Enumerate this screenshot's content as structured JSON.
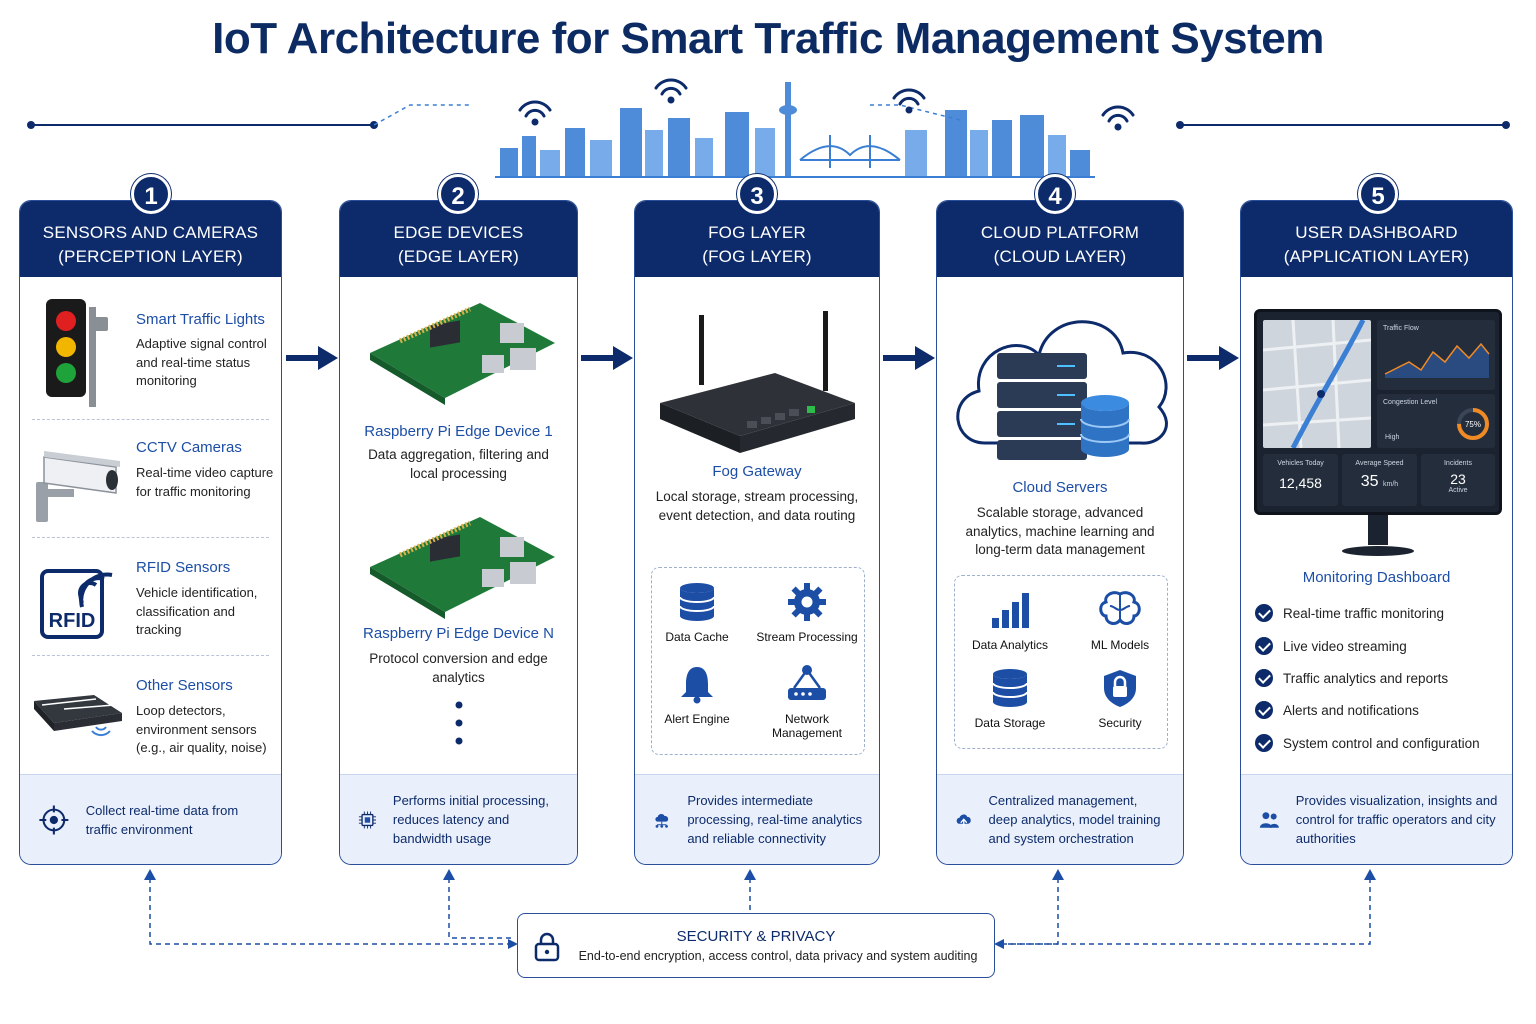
{
  "title": "IoT Architecture for Smart Traffic Management System",
  "colors": {
    "navy": "#0d2b6b",
    "accent_blue": "#1c4ea6",
    "skyline": "#3b7fd4",
    "footer_bg": "#eaf0fb"
  },
  "layers": [
    {
      "number": "1",
      "title_line1": "SENSORS AND CAMERAS",
      "title_line2": "(PERCEPTION LAYER)",
      "items": [
        {
          "name": "Smart Traffic Lights",
          "desc": "Adaptive signal control and real-time status monitoring",
          "icon": "traffic-light-icon"
        },
        {
          "name": "CCTV Cameras",
          "desc": "Real-time video capture for traffic monitoring",
          "icon": "cctv-camera-icon"
        },
        {
          "name": "RFID Sensors",
          "desc": "Vehicle identification, classification and tracking",
          "icon": "rfid-icon",
          "icon_text": "RFID"
        },
        {
          "name": "Other Sensors",
          "desc": "Loop detectors, environment sensors (e.g., air quality, noise)",
          "icon": "loop-detector-icon"
        }
      ],
      "footer": "Collect real-time data from traffic environment",
      "footer_icon": "target-icon"
    },
    {
      "number": "2",
      "title_line1": "EDGE DEVICES",
      "title_line2": "(EDGE LAYER)",
      "devices": [
        {
          "name": "Raspberry Pi Edge Device 1",
          "desc": "Data aggregation, filtering and local processing",
          "icon": "raspberry-pi-icon"
        },
        {
          "name": "Raspberry Pi Edge Device N",
          "desc": "Protocol conversion and edge analytics",
          "icon": "raspberry-pi-icon"
        }
      ],
      "footer": "Performs initial processing, reduces latency and bandwidth usage",
      "footer_icon": "chip-icon"
    },
    {
      "number": "3",
      "title_line1": "FOG LAYER",
      "title_line2": "(FOG LAYER)",
      "device_name": "Fog Gateway",
      "device_desc": "Local storage, stream processing, event detection, and data routing",
      "tiles": [
        {
          "label": "Data Cache",
          "icon": "database-icon"
        },
        {
          "label": "Stream Processing",
          "icon": "gear-icon"
        },
        {
          "label": "Alert Engine",
          "icon": "bell-icon"
        },
        {
          "label": "Network Management",
          "icon": "network-icon"
        }
      ],
      "footer": "Provides intermediate processing, real-time analytics and reliable connectivity",
      "footer_icon": "cloud-network-icon"
    },
    {
      "number": "4",
      "title_line1": "CLOUD PLATFORM",
      "title_line2": "(CLOUD LAYER)",
      "device_name": "Cloud Servers",
      "device_desc": "Scalable storage, advanced analytics, machine learning and long-term data management",
      "tiles": [
        {
          "label": "Data Analytics",
          "icon": "bar-chart-icon"
        },
        {
          "label": "ML Models",
          "icon": "brain-icon"
        },
        {
          "label": "Data Storage",
          "icon": "database-icon"
        },
        {
          "label": "Security",
          "icon": "shield-lock-icon"
        }
      ],
      "footer": "Centralized management, deep analytics, model training and system orchestration",
      "footer_icon": "cloud-upload-icon"
    },
    {
      "number": "5",
      "title_line1": "USER DASHBOARD",
      "title_line2": "(APPLICATION LAYER)",
      "dashboard": {
        "traffic_flow_label": "Traffic Flow",
        "congestion_label": "Congestion Level",
        "congestion_value": "75%",
        "congestion_level": "High",
        "vehicles_label": "Vehicles Today",
        "vehicles_value": "12,458",
        "speed_label": "Average Speed",
        "speed_value": "35",
        "speed_unit": "km/h",
        "incidents_label": "Incidents",
        "incidents_value": "23",
        "incidents_sub": "Active"
      },
      "device_name": "Monitoring Dashboard",
      "features": [
        "Real-time traffic monitoring",
        "Live video streaming",
        "Traffic analytics and reports",
        "Alerts and notifications",
        "System control and configuration"
      ],
      "footer": "Provides visualization, insights and control for traffic operators and city authorities",
      "footer_icon": "users-icon"
    }
  ],
  "security": {
    "title": "SECURITY & PRIVACY",
    "desc": "End-to-end encryption, access control, data privacy and system auditing",
    "icon": "lock-icon"
  }
}
